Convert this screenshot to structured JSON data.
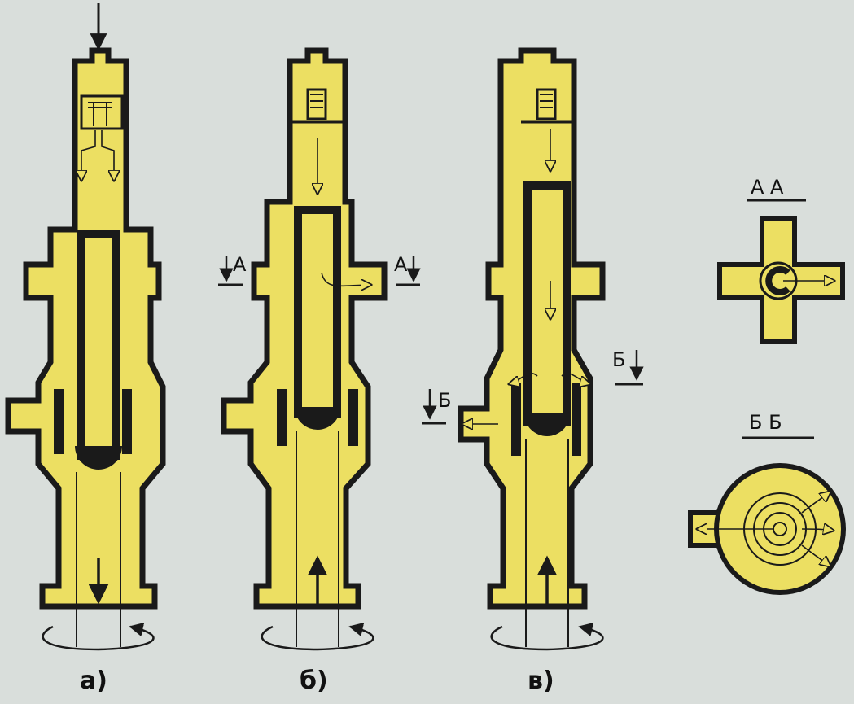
{
  "colors": {
    "body": "#ecdf62",
    "outline": "#1a1a1a",
    "background": "#d9dedb"
  },
  "panels": [
    {
      "id": "a",
      "label": "а)",
      "flow": "down"
    },
    {
      "id": "b",
      "label": "б)",
      "flow": "up"
    },
    {
      "id": "v",
      "label": "в)",
      "flow": "up"
    }
  ],
  "section_marks": {
    "a_left": "А",
    "a_right": "А",
    "b_left": "Б",
    "b_right": "Б"
  },
  "sections": {
    "aa_title": "А А",
    "bb_title": "Б Б"
  }
}
